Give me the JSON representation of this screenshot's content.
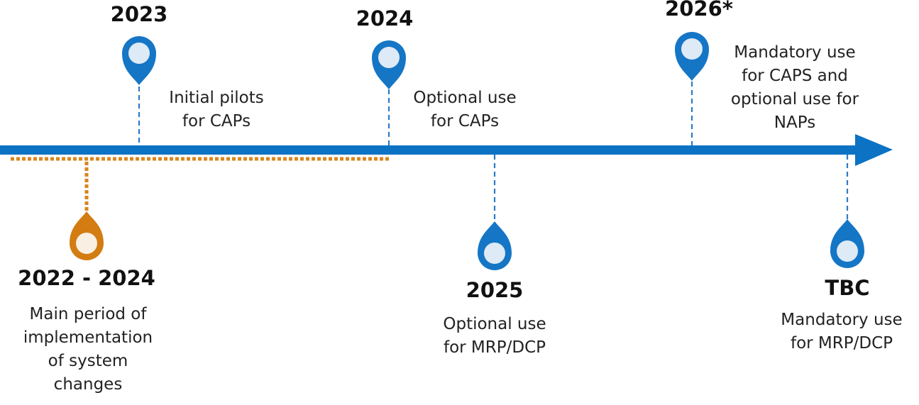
{
  "colors": {
    "axis": "#0b72c4",
    "pin_blue": "#1576c6",
    "pin_blue_fill": "#deeaf6",
    "pin_orange": "#d37c12",
    "pin_orange_fill": "#f9efe3",
    "connector_blue": "#2a7cc7",
    "connector_orange": "#d9861e"
  },
  "icons": {
    "pin": "map-pin-icon",
    "axis_head": "arrow-head-icon"
  },
  "milestones": [
    {
      "id": "2023",
      "year": "2023",
      "lines": [
        "Initial pilots",
        "for CAPs"
      ],
      "position": "above",
      "color": "blue"
    },
    {
      "id": "2024",
      "year": "2024",
      "lines": [
        "Optional use",
        "for CAPs"
      ],
      "position": "above",
      "color": "blue"
    },
    {
      "id": "2026",
      "year": "2026*",
      "lines": [
        "Mandatory use",
        "for CAPS and",
        "optional use for",
        "NAPs"
      ],
      "position": "above",
      "color": "blue"
    },
    {
      "id": "2022-2024",
      "year": "2022 - 2024",
      "lines": [
        "Main period of",
        "implementation",
        "of system",
        "changes"
      ],
      "position": "below",
      "color": "orange"
    },
    {
      "id": "2025",
      "year": "2025",
      "lines": [
        "Optional use",
        "for MRP/DCP"
      ],
      "position": "below",
      "color": "blue"
    },
    {
      "id": "tbc",
      "year": "TBC",
      "lines": [
        "Mandatory use",
        "for MRP/DCP"
      ],
      "position": "below",
      "color": "blue"
    }
  ]
}
